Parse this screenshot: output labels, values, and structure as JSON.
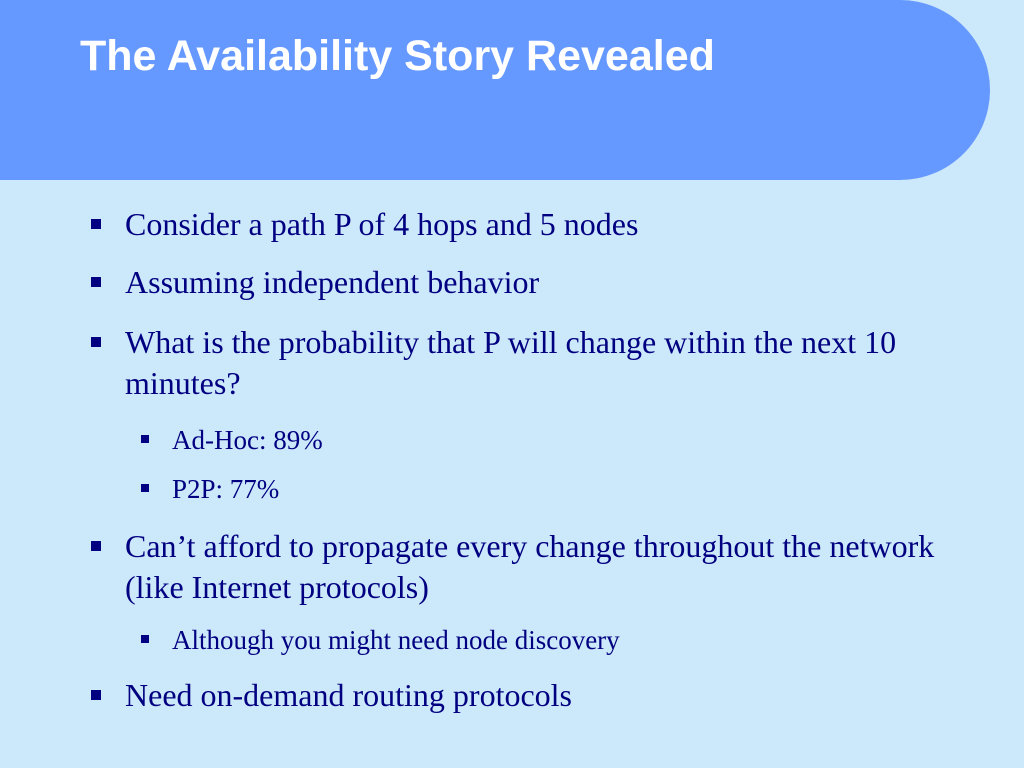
{
  "slide": {
    "title": "The Availability Story Revealed",
    "colors": {
      "background": "#cce8fb",
      "title_band": "#6699ff",
      "title_text": "#ffffff",
      "body_text": "#000080"
    },
    "bullets": [
      {
        "level": 1,
        "text": "Consider a path P of 4 hops and 5 nodes"
      },
      {
        "level": 1,
        "text": "Assuming independent behavior"
      },
      {
        "level": 1,
        "text": "What is the probability that P will change within the next 10 minutes?"
      },
      {
        "level": 2,
        "text": "Ad-Hoc: 89%"
      },
      {
        "level": 2,
        "text": "P2P: 77%"
      },
      {
        "level": 1,
        "text": "Can’t afford to propagate every change throughout the network (like Internet protocols)"
      },
      {
        "level": 2,
        "text": "Although you might need node discovery"
      },
      {
        "level": 1,
        "text": "Need on-demand routing protocols"
      }
    ]
  }
}
